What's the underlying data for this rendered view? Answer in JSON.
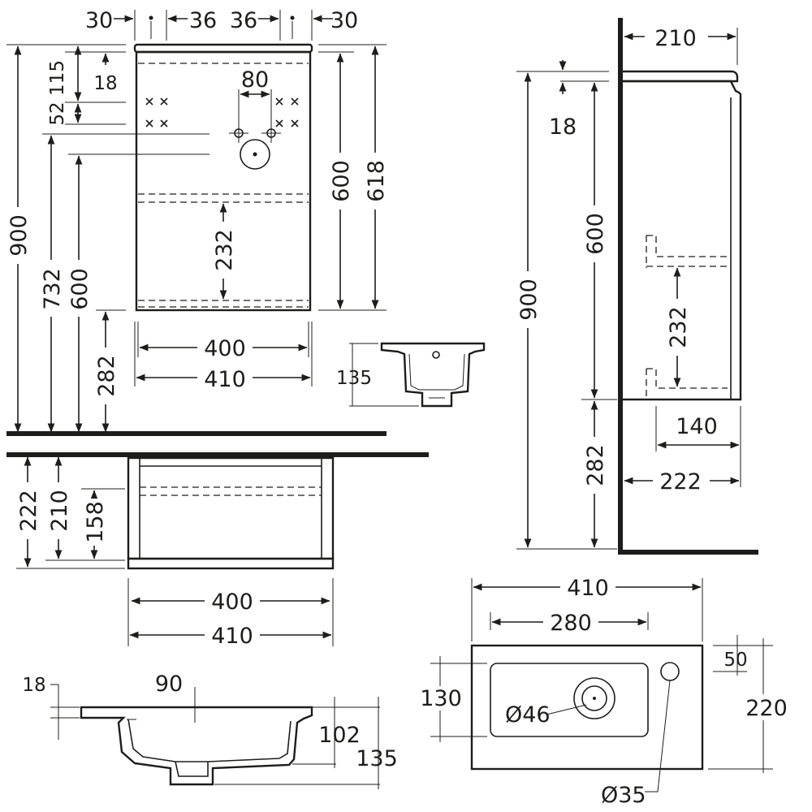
{
  "front_view": {
    "dims": {
      "basin_offset_left": "30",
      "tap_offset_left": "36",
      "tap_offset_right": "36",
      "basin_offset_right": "30",
      "top_to_bracket": "115",
      "top_thickness": "18",
      "bracket_spacing": "52",
      "tap_spacing": "80",
      "cabinet_height": "600",
      "total_height_618": "618",
      "overall_height": "900",
      "waste_height": "732",
      "cabinet_side_height": "600",
      "shelf_height": "232",
      "inner_width": "400",
      "outer_width": "410",
      "floor_clearance": "282"
    }
  },
  "basin_front_small": {
    "depth": "135"
  },
  "plan_view": {
    "dims": {
      "depth_222": "222",
      "depth_210": "210",
      "depth_158": "158",
      "inner_width": "400",
      "outer_width": "410"
    }
  },
  "side_view": {
    "dims": {
      "cabinet_depth_top": "210",
      "top_thickness": "18",
      "cabinet_height": "600",
      "overall_height": "900",
      "shelf_height": "232",
      "floor_clearance": "282",
      "inner_depth": "140",
      "overall_depth": "222"
    }
  },
  "basin_section": {
    "dims": {
      "top_thickness": "18",
      "waste_offset": "90",
      "bowl_depth": "102",
      "total_depth": "135"
    }
  },
  "basin_plan": {
    "dims": {
      "overall_width": "410",
      "bowl_width": "280",
      "bowl_depth": "130",
      "waste_diameter": "Ø46",
      "tap_offset": "50",
      "overall_depth": "220",
      "tap_hole_diameter": "Ø35"
    }
  }
}
